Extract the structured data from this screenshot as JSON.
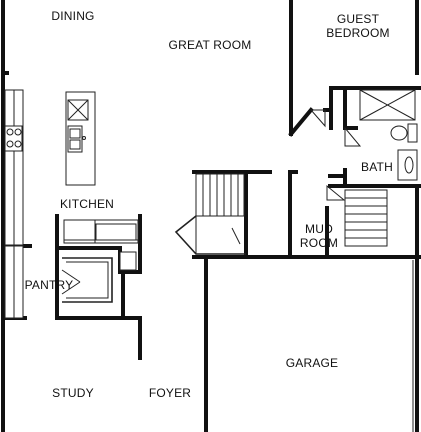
{
  "rooms": {
    "dining": "DINING",
    "great_room": "GREAT ROOM",
    "guest_bedroom_line1": "GUEST",
    "guest_bedroom_line2": "BEDROOM",
    "kitchen": "KITCHEN",
    "bath": "BATH",
    "mud_room_line1": "MUD",
    "mud_room_line2": "ROOM",
    "pantry": "PANTRY",
    "garage": "GARAGE",
    "study": "STUDY",
    "foyer": "FOYER"
  }
}
